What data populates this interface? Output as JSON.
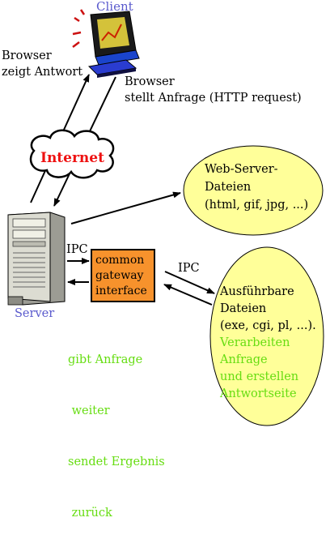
{
  "labels": {
    "client": "Client",
    "browser_shows": [
      "Browser",
      "zeigt Antwort"
    ],
    "browser_requests": [
      "Browser",
      "stellt Anfrage (HTTP request)"
    ],
    "internet": "Internet",
    "server": "Server",
    "ipc_left": "IPC",
    "ipc_right": "IPC",
    "cgi": [
      "common",
      "gateway",
      "interface"
    ],
    "webserver_files": [
      "Web-Server-",
      "Dateien",
      "(html, gif, jpg, ...)"
    ],
    "executables": [
      "Ausführbare",
      "Dateien",
      "(exe, cgi, pl, ...)."
    ],
    "exec_actions": [
      "Verarbeiten",
      "Anfrage",
      "und erstellen",
      "Antwortseite"
    ],
    "cgi_actions": [
      "gibt Anfrage",
      " weiter",
      "sendet Ergebnis",
      " zurück"
    ]
  },
  "colors": {
    "ellipse_fill": "#ffff99",
    "cgi_fill": "#f7922c",
    "label_blue": "#5a5acd",
    "label_green": "#66dd11",
    "internet_red": "#ee1111",
    "server_gray": "#d8d8d0",
    "monitor_blue": "#1a44cc",
    "monitor_screen": "#d4c23a",
    "keyboard_blue": "#2a3cd0"
  },
  "icons": {
    "client": "computer-monitor-icon",
    "server": "server-tower-icon",
    "internet": "cloud-icon"
  }
}
